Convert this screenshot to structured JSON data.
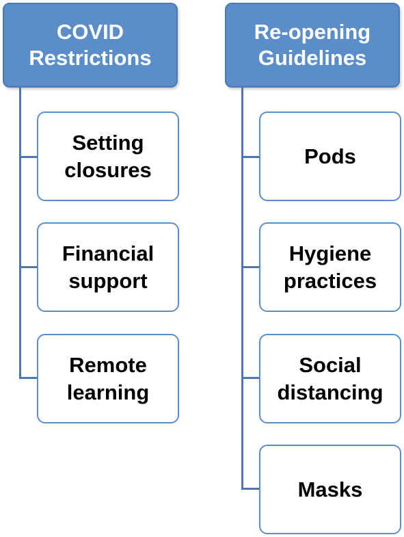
{
  "columns": [
    {
      "header": "COVID\nRestrictions",
      "items": [
        "Setting\nclosures",
        "Financial\nsupport",
        "Remote\nlearning"
      ]
    },
    {
      "header": "Re-opening\nGuidelines",
      "items": [
        "Pods",
        "Hygiene\npractices",
        "Social\ndistancing",
        "Masks"
      ]
    }
  ],
  "colors": {
    "header_fill": "#5b8ec9",
    "header_border": "#4a78b1",
    "child_border": "#5b8ec9",
    "connector": "#4a78b1"
  }
}
